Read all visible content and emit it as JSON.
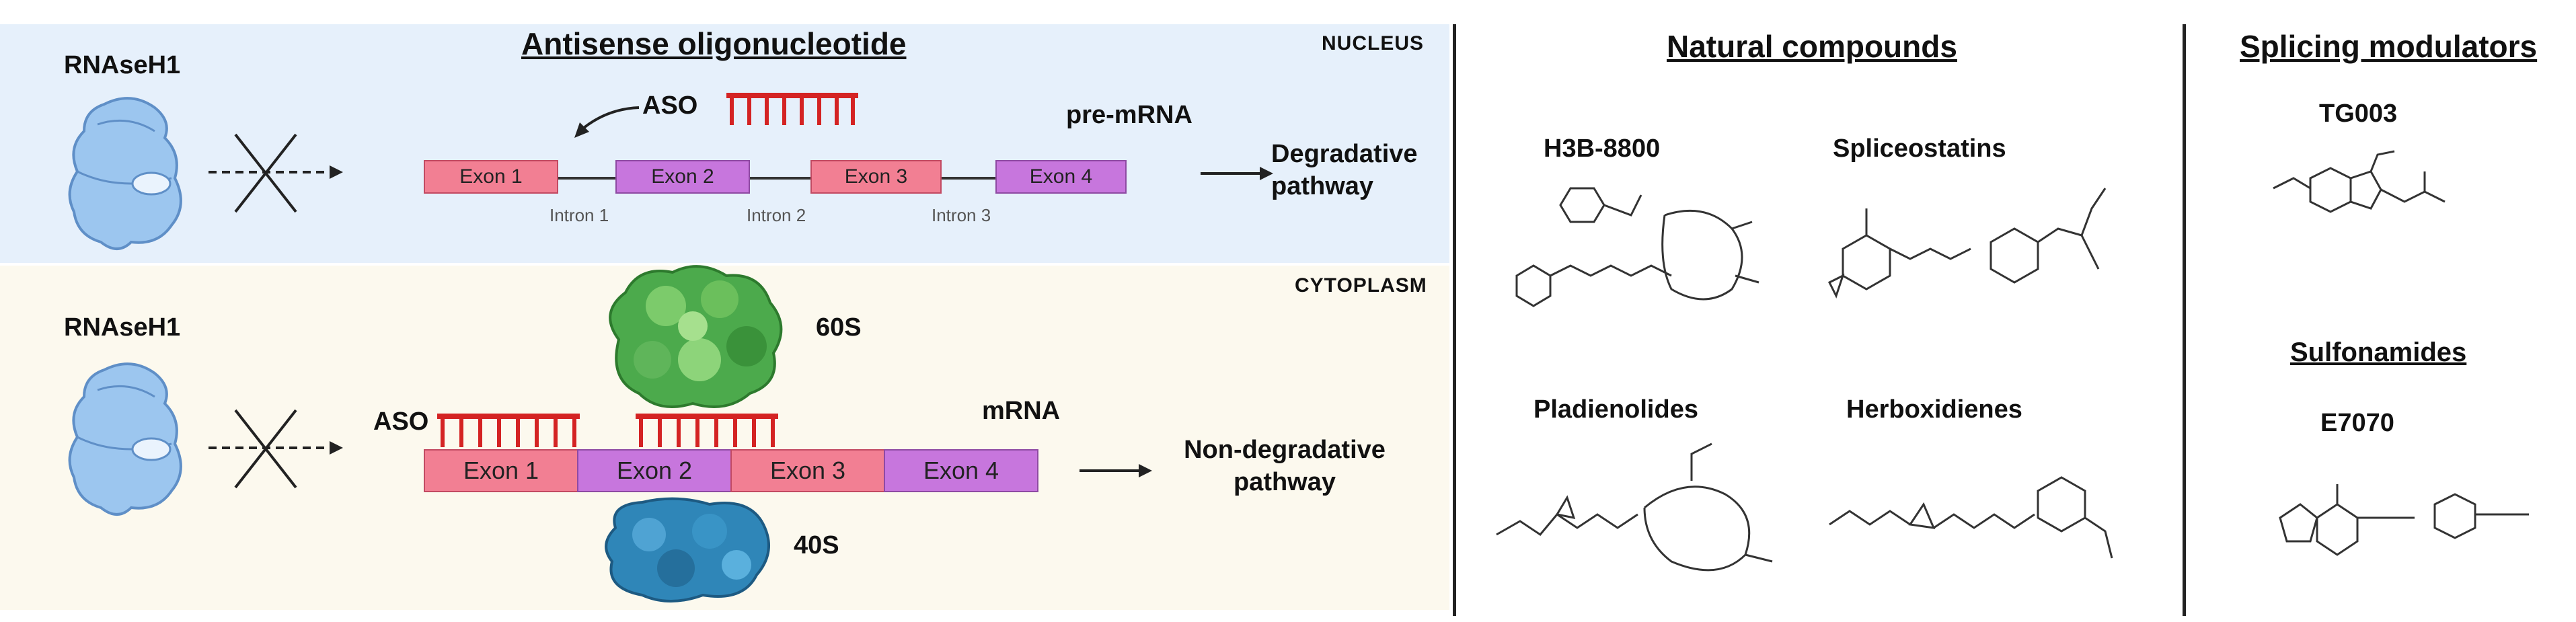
{
  "nucleus": {
    "region_label": "NUCLEUS",
    "title": "Antisense oligonucleotide",
    "enzyme_label": "RNAseH1",
    "aso_label": "ASO",
    "transcript_label": "pre-mRNA",
    "exons": [
      "Exon 1",
      "Exon 2",
      "Exon 3",
      "Exon 4"
    ],
    "introns": [
      "Intron 1",
      "Intron 2",
      "Intron 3"
    ],
    "pathway_line1": "Degradative",
    "pathway_line2": "pathway"
  },
  "cytoplasm": {
    "region_label": "CYTOPLASM",
    "enzyme_label": "RNAseH1",
    "aso_label": "ASO",
    "ribosome_large": "60S",
    "ribosome_small": "40S",
    "transcript_label": "mRNA",
    "exons": [
      "Exon 1",
      "Exon 2",
      "Exon 3",
      "Exon 4"
    ],
    "pathway_line1": "Non-degradative",
    "pathway_line2": "pathway"
  },
  "natural_compounds": {
    "title": "Natural compounds",
    "compounds": [
      "H3B-8800",
      "Spliceostatins",
      "Pladienolides",
      "Herboxidienes"
    ]
  },
  "splicing_modulators": {
    "title": "Splicing modulators",
    "compound": "TG003",
    "subtitle": "Sulfonamides",
    "sulfonamide": "E7070"
  },
  "colors": {
    "exon_pink": "#f27f93",
    "exon_purple": "#c776dd",
    "aso_red": "#d42323",
    "enzyme_blue": "#9cc6ef",
    "ribosome_green": "#4caa4c",
    "ribosome_blue": "#2f86b8"
  },
  "icons": [
    "rnaseh1-enzyme-icon",
    "ribosome-60s-icon",
    "ribosome-40s-icon",
    "aso-comb-icon"
  ]
}
